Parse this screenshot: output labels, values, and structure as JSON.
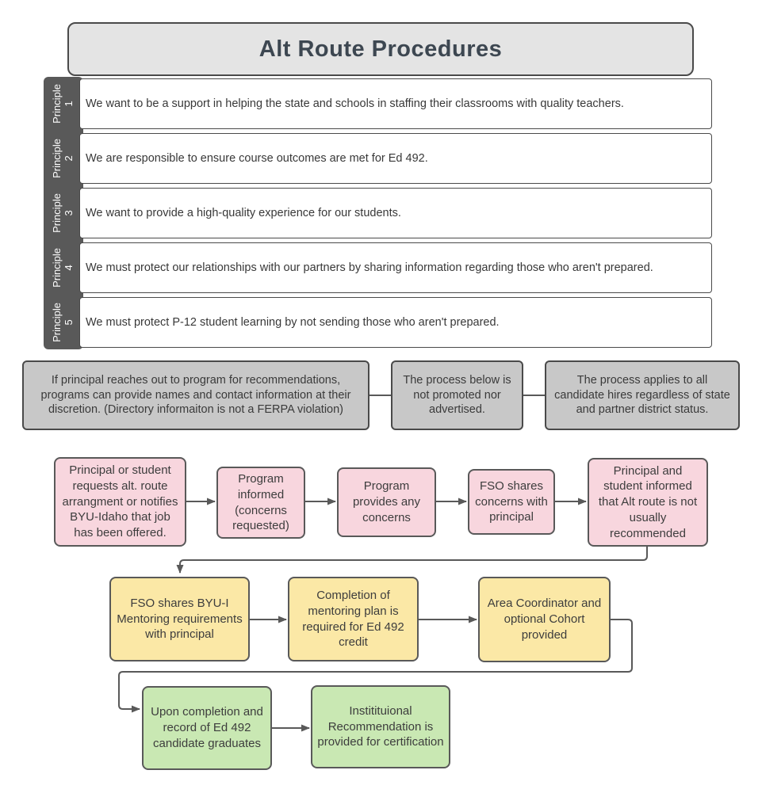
{
  "title": "Alt Route Procedures",
  "colors": {
    "dark": "#595959",
    "border": "#4a4a4a",
    "title-fill": "#e4e4e4",
    "note-fill": "#c8c8c8",
    "pink": "#f8d6de",
    "yellow": "#fbe8a6",
    "green": "#c9e8b3",
    "text": "#3d3d3d",
    "title-text": "#3d4751"
  },
  "principles": [
    {
      "label": "Principle",
      "number": "1",
      "text": "We want to be a support in helping the state and schools in staffing their classrooms with quality teachers."
    },
    {
      "label": "Principle",
      "number": "2",
      "text": "We are responsible to ensure course outcomes are met for Ed 492."
    },
    {
      "label": "Principle",
      "number": "3",
      "text": "We want to provide a high-quality experience for our students."
    },
    {
      "label": "Principle",
      "number": "4",
      "text": "We must protect our relationships with our partners by sharing information regarding those who aren't prepared."
    },
    {
      "label": "Principle",
      "number": "5",
      "text": "We must protect P-12 student learning by not sending those who aren't prepared."
    }
  ],
  "notes": [
    "If principal reaches out to program for recommendations, programs can provide names and contact information at their discretion. (Directory informaiton is not a FERPA violation)",
    "The process below is not promoted nor advertised.",
    "The process applies to all candidate hires regardless of state and partner district status."
  ],
  "flow": {
    "row1": [
      "Principal or student requests alt. route arrangment or notifies BYU-Idaho that job has been offered.",
      "Program informed (concerns requested)",
      "Program provides any concerns",
      "FSO shares concerns with principal",
      "Principal and student informed that Alt route is not usually recommended"
    ],
    "row2": [
      "FSO shares BYU-I Mentoring requirements with principal",
      "Completion of mentoring plan is required for Ed 492 credit",
      "Area Coordinator and optional Cohort provided"
    ],
    "row3": [
      "Upon completion and record of Ed 492 candidate graduates",
      "Institituional Recommendation is provided for certification"
    ]
  }
}
